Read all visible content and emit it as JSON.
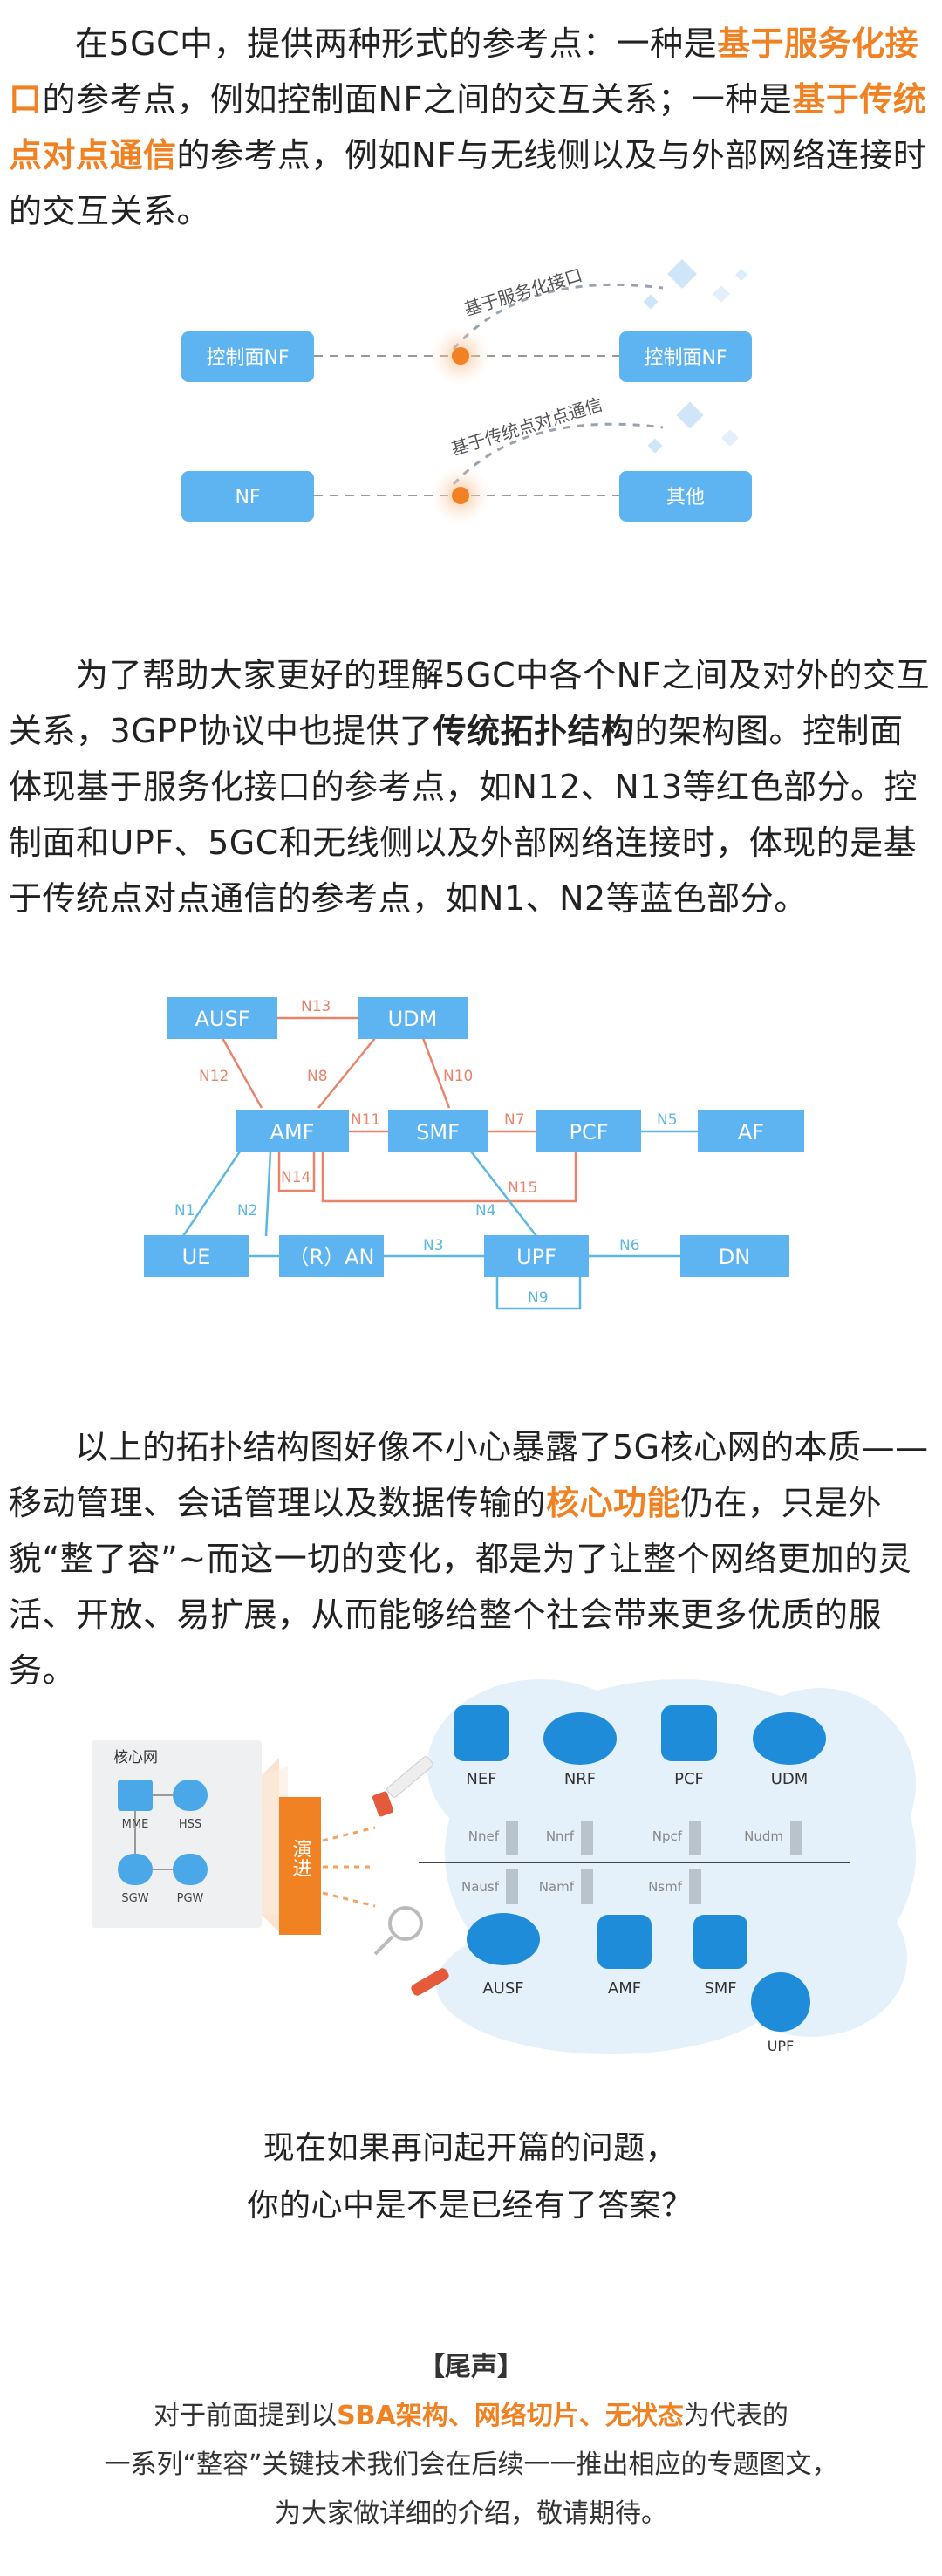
{
  "para1": {
    "p1": "在5GC中，提供两种形式的参考点：一种是",
    "h1": "基于服务化接口",
    "p2": "的参考点，例如控制面NF之间的交互关系；一种是",
    "h2": "基于传统点对点通信",
    "p3": "的参考点，例如NF与无线侧以及与外部网络连接时的交互关系。"
  },
  "fig1": {
    "box_tl": "控制面NF",
    "box_tr": "控制面NF",
    "box_bl": "NF",
    "box_br": "其他",
    "label_top": "基于服务化接口",
    "label_bottom": "基于传统点对点通信",
    "colors": {
      "box": "#5db4f0",
      "dot": "#f08224"
    }
  },
  "para2": {
    "p1": "为了帮助大家更好的理解5GC中各个NF之间及对外的交互关系，3GPP协议中也提供了",
    "b1": "传统拓扑结构",
    "p2": "的架构图。控制面体现基于服务化接口的参考点，如N12、N13等红色部分。控制面和UPF、5GC和无线侧以及外部网络连接时，体现的是基于传统点对点通信的参考点，如N1、N2等蓝色部分。"
  },
  "fig2": {
    "nodes": {
      "ausf": "AUSF",
      "udm": "UDM",
      "amf": "AMF",
      "smf": "SMF",
      "pcf": "PCF",
      "af": "AF",
      "ue": "UE",
      "ran": "（R）AN",
      "upf": "UPF",
      "dn": "DN"
    },
    "links": {
      "n13": "N13",
      "n12": "N12",
      "n8": "N8",
      "n10": "N10",
      "n11": "N11",
      "n7": "N7",
      "n5": "N5",
      "n14": "N14",
      "n15": "N15",
      "n1": "N1",
      "n2": "N2",
      "n4": "N4",
      "n3": "N3",
      "n6": "N6",
      "n9": "N9"
    },
    "colors": {
      "red": "#e8846a",
      "blue": "#5bb8e0",
      "node": "#5db4f0"
    }
  },
  "para3": {
    "p1": "以上的拓扑结构图好像不小心暴露了5G核心网的本质——移动管理、会话管理以及数据传输的",
    "h1": "核心功能",
    "p2": "仍在，只是外貌“整了容”~而这一切的变化，都是为了让整个网络更加的灵活、开放、易扩展，从而能够给整个社会带来更多优质的服务。"
  },
  "fig3": {
    "core_title": "核心网",
    "old": {
      "mme": "MME",
      "hss": "HSS",
      "sgw": "SGW",
      "pgw": "PGW"
    },
    "evolve": "演进",
    "top": {
      "nef": "NEF",
      "nrf": "NRF",
      "pcf": "PCF",
      "udm": "UDM"
    },
    "top_if": {
      "nnef": "Nnef",
      "nnrf": "Nnrf",
      "npcf": "Npcf",
      "nudm": "Nudm"
    },
    "bottom_if": {
      "nausf": "Nausf",
      "namf": "Namf",
      "nsmf": "Nsmf"
    },
    "bottom": {
      "ausf": "AUSF",
      "amf": "AMF",
      "smf": "SMF",
      "upf": "UPF"
    }
  },
  "question": {
    "line1": "现在如果再问起开篇的问题，",
    "line2": "你的心中是不是已经有了答案？"
  },
  "ending": {
    "title": "【尾声】",
    "l1a": "对于前面提到以",
    "l1h": "SBA架构、网络切片、无状态",
    "l1b": "为代表的",
    "l2": "一系列“整容”关键技术我们会在后续一一推出相应的专题图文，",
    "l3": "为大家做详细的介绍，敬请期待。"
  }
}
